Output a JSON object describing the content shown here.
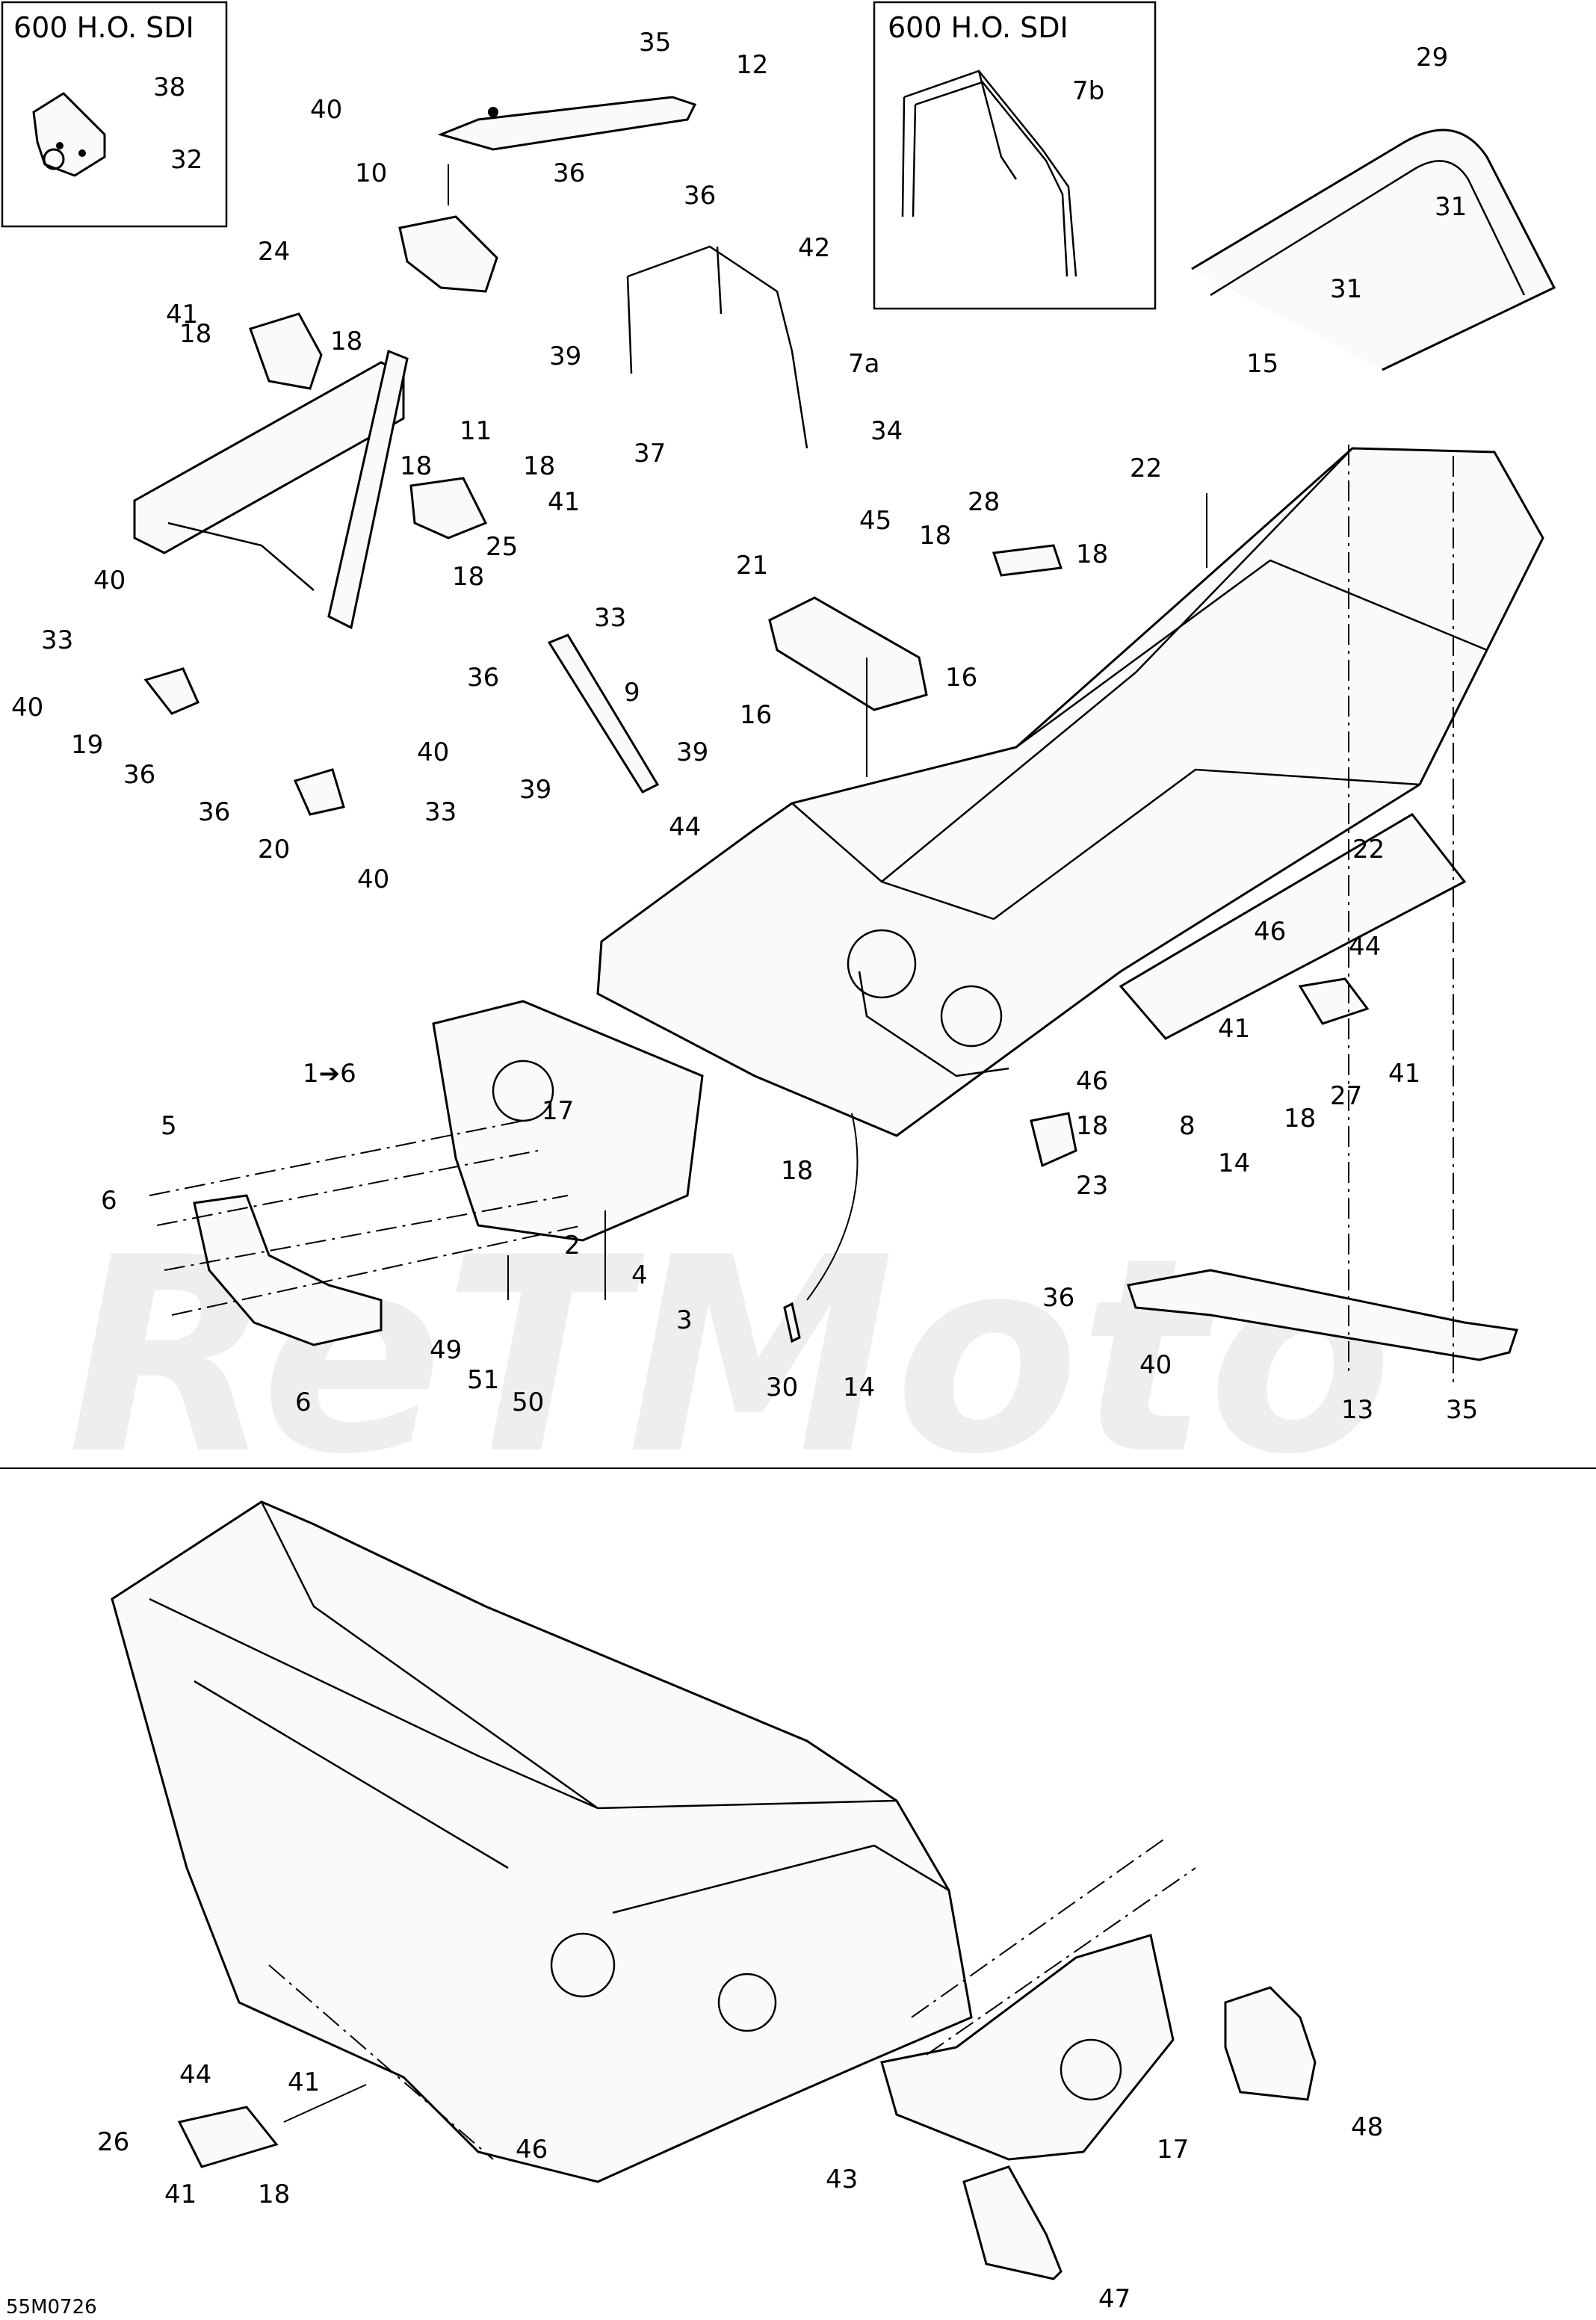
{
  "inset_boxes": [
    {
      "title": "600 H.O. SDI",
      "parts": [
        "38",
        "32"
      ]
    },
    {
      "title": "600 H.O. SDI",
      "parts": [
        "7b"
      ]
    }
  ],
  "figure_ref": "55M0726",
  "watermark": "ReTMoto",
  "callouts_top": [
    {
      "label": "38"
    },
    {
      "label": "32"
    },
    {
      "label": "35"
    },
    {
      "label": "12"
    },
    {
      "label": "40"
    },
    {
      "label": "36"
    },
    {
      "label": "10"
    },
    {
      "label": "7b"
    },
    {
      "label": "29"
    },
    {
      "label": "31"
    },
    {
      "label": "31"
    },
    {
      "label": "24"
    },
    {
      "label": "41"
    },
    {
      "label": "18"
    },
    {
      "label": "18"
    },
    {
      "label": "11"
    },
    {
      "label": "18"
    },
    {
      "label": "18"
    },
    {
      "label": "41"
    },
    {
      "label": "25"
    },
    {
      "label": "18"
    },
    {
      "label": "36"
    },
    {
      "label": "42"
    },
    {
      "label": "7a"
    },
    {
      "label": "39"
    },
    {
      "label": "37"
    },
    {
      "label": "34"
    },
    {
      "label": "15"
    },
    {
      "label": "22"
    },
    {
      "label": "45"
    },
    {
      "label": "28"
    },
    {
      "label": "18"
    },
    {
      "label": "18"
    },
    {
      "label": "21"
    },
    {
      "label": "16"
    },
    {
      "label": "16"
    },
    {
      "label": "40"
    },
    {
      "label": "33"
    },
    {
      "label": "40"
    },
    {
      "label": "19"
    },
    {
      "label": "36"
    },
    {
      "label": "33"
    },
    {
      "label": "36"
    },
    {
      "label": "9"
    },
    {
      "label": "39"
    },
    {
      "label": "39"
    },
    {
      "label": "44"
    },
    {
      "label": "40"
    },
    {
      "label": "36"
    },
    {
      "label": "33"
    },
    {
      "label": "20"
    },
    {
      "label": "40"
    },
    {
      "label": "22"
    },
    {
      "label": "46"
    },
    {
      "label": "44"
    },
    {
      "label": "41"
    },
    {
      "label": "41"
    },
    {
      "label": "27"
    },
    {
      "label": "18"
    },
    {
      "label": "1➔6"
    },
    {
      "label": "17"
    },
    {
      "label": "5"
    },
    {
      "label": "6"
    },
    {
      "label": "18"
    },
    {
      "label": "46"
    },
    {
      "label": "18"
    },
    {
      "label": "8"
    },
    {
      "label": "14"
    },
    {
      "label": "23"
    },
    {
      "label": "2"
    },
    {
      "label": "4"
    },
    {
      "label": "3"
    },
    {
      "label": "49"
    },
    {
      "label": "51"
    },
    {
      "label": "50"
    },
    {
      "label": "6"
    },
    {
      "label": "30"
    },
    {
      "label": "14"
    },
    {
      "label": "36"
    },
    {
      "label": "40"
    },
    {
      "label": "13"
    },
    {
      "label": "35"
    }
  ],
  "callouts_bottom": [
    {
      "label": "44"
    },
    {
      "label": "41"
    },
    {
      "label": "26"
    },
    {
      "label": "41"
    },
    {
      "label": "18"
    },
    {
      "label": "46"
    },
    {
      "label": "43"
    },
    {
      "label": "17"
    },
    {
      "label": "48"
    },
    {
      "label": "47"
    }
  ]
}
